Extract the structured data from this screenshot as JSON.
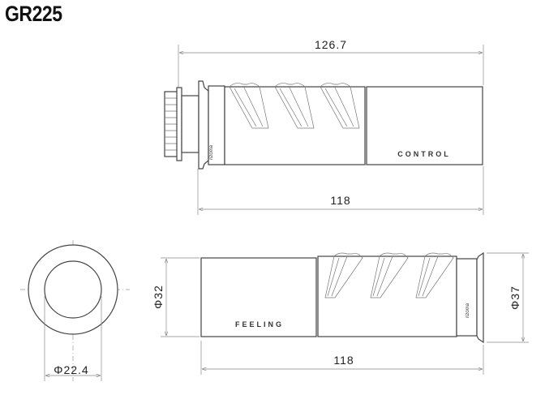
{
  "title": "GR225",
  "top_view": {
    "overall_length": "126.7",
    "body_length": "118",
    "label": "CONTROL"
  },
  "bottom_view": {
    "body_length": "118",
    "diameter_small": "Φ32",
    "diameter_flange": "Φ37",
    "label": "FEELING"
  },
  "end_view": {
    "inner_diameter": "Φ22.4"
  }
}
